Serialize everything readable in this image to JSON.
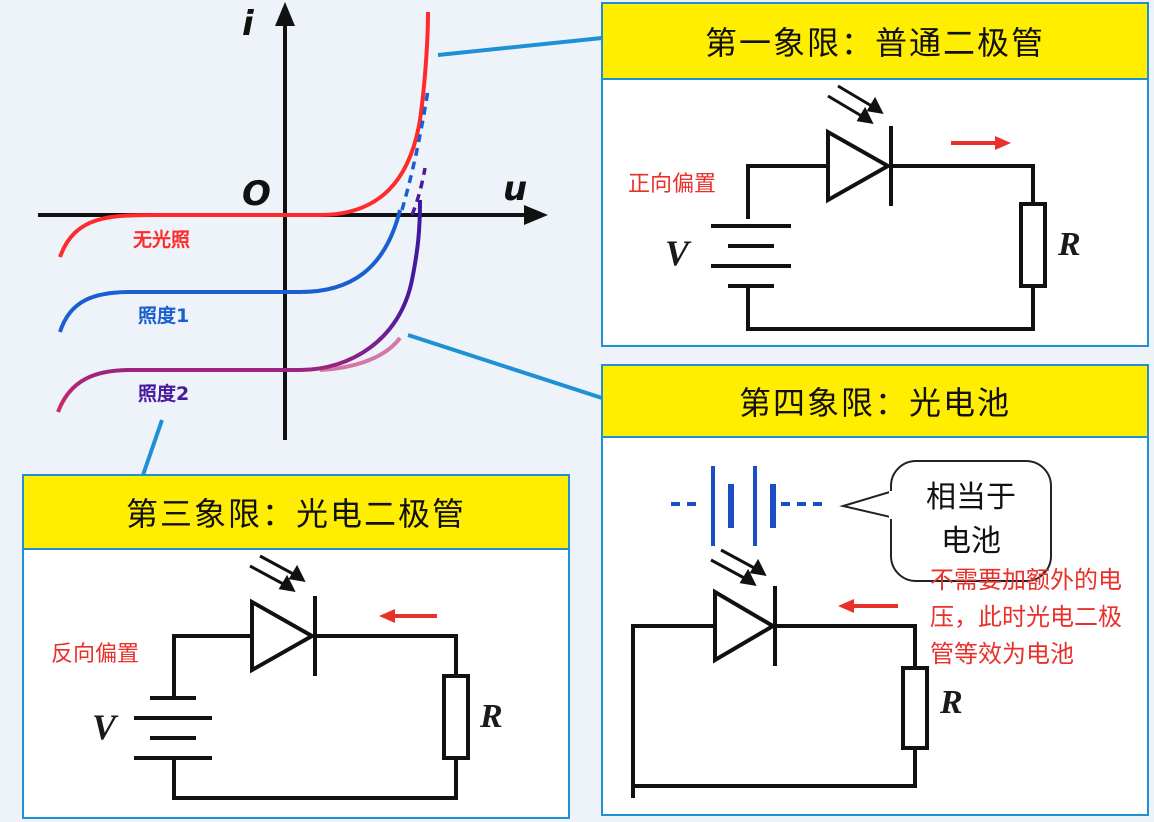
{
  "graph": {
    "axis_i": "i",
    "axis_u": "u",
    "origin": "O",
    "curves": [
      {
        "label": "无光照",
        "color": "#ff2b2b"
      },
      {
        "label": "照度1",
        "color": "#1a5fd0"
      },
      {
        "label": "照度2",
        "color": "#4a1a9e"
      }
    ]
  },
  "panel_q1": {
    "title": "第一象限：普通二极管",
    "bias_label": "正向偏置",
    "v_label": "V",
    "r_label": "R"
  },
  "panel_q4": {
    "title": "第四象限：光电池",
    "bubble_line1": "相当于",
    "bubble_line2": "电池",
    "note_line1": "不需要加额外的电",
    "note_line2": "压，此时光电二极",
    "note_line3": "管等效为电池",
    "r_label": "R"
  },
  "panel_q3": {
    "title": "第三象限：光电二极管",
    "bias_label": "反向偏置",
    "v_label": "V",
    "r_label": "R"
  },
  "colors": {
    "accent_yellow": "#ffee00",
    "border_blue": "#1f8fd6",
    "red": "#e8312a",
    "battery_blue": "#1a4fc4"
  }
}
